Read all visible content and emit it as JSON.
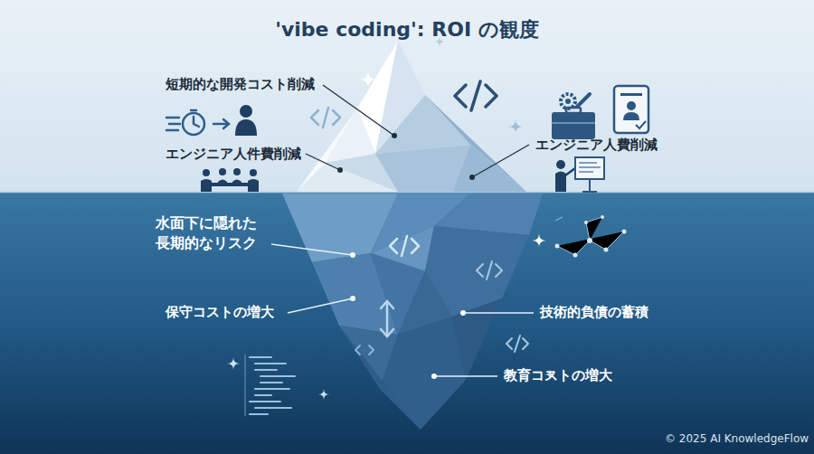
{
  "diagram": {
    "title": "'vibe coding': ROI の観度",
    "labels": [
      "短期的な開発コスト削減",
      "エンジニア人件費削減",
      "エンジニア人費削減",
      "水面下に隠れた 長期的なリスク",
      "保守コストの増大",
      "技術的負債の蓄積",
      "教育コストの増大",
      "© 2025 AI KnowledgeFlow"
    ]
  }
}
